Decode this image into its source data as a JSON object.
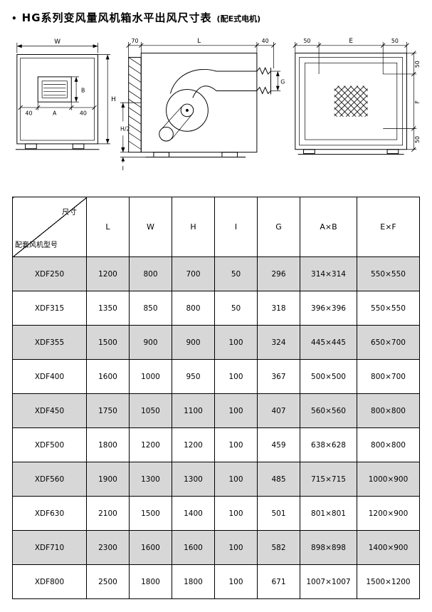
{
  "page": {
    "bullet": "•",
    "title": "HG系列变风量风机箱水平出风尺寸表",
    "subtitle": "(配E式电机)"
  },
  "drawings": {
    "front": {
      "w": "W",
      "b": "B",
      "a": "A",
      "a_left": "40",
      "a_right": "40",
      "h": "H"
    },
    "side": {
      "d70": "70",
      "l": "L",
      "d40": "40",
      "g": "G",
      "h_half": "H/2",
      "i": "I"
    },
    "rear": {
      "left50": "50",
      "e": "E",
      "right50": "50",
      "top50": "50",
      "f": "F",
      "bottom50": "50"
    }
  },
  "table": {
    "corner_top": "尺寸",
    "corner_bottom": "配套风机型号",
    "columns": [
      "L",
      "W",
      "H",
      "I",
      "G",
      "A×B",
      "E×F"
    ],
    "rows": [
      [
        "XDF250",
        "1200",
        "800",
        "700",
        "50",
        "296",
        "314×314",
        "550×550"
      ],
      [
        "XDF315",
        "1350",
        "850",
        "800",
        "50",
        "318",
        "396×396",
        "550×550"
      ],
      [
        "XDF355",
        "1500",
        "900",
        "900",
        "100",
        "324",
        "445×445",
        "650×700"
      ],
      [
        "XDF400",
        "1600",
        "1000",
        "950",
        "100",
        "367",
        "500×500",
        "800×700"
      ],
      [
        "XDF450",
        "1750",
        "1050",
        "1100",
        "100",
        "407",
        "560×560",
        "800×800"
      ],
      [
        "XDF500",
        "1800",
        "1200",
        "1200",
        "100",
        "459",
        "638×628",
        "800×800"
      ],
      [
        "XDF560",
        "1900",
        "1300",
        "1300",
        "100",
        "485",
        "715×715",
        "1000×900"
      ],
      [
        "XDF630",
        "2100",
        "1500",
        "1400",
        "100",
        "501",
        "801×801",
        "1200×900"
      ],
      [
        "XDF710",
        "2300",
        "1600",
        "1600",
        "100",
        "582",
        "898×898",
        "1400×900"
      ],
      [
        "XDF800",
        "2500",
        "1800",
        "1800",
        "100",
        "671",
        "1007×1007",
        "1500×1200"
      ]
    ]
  }
}
